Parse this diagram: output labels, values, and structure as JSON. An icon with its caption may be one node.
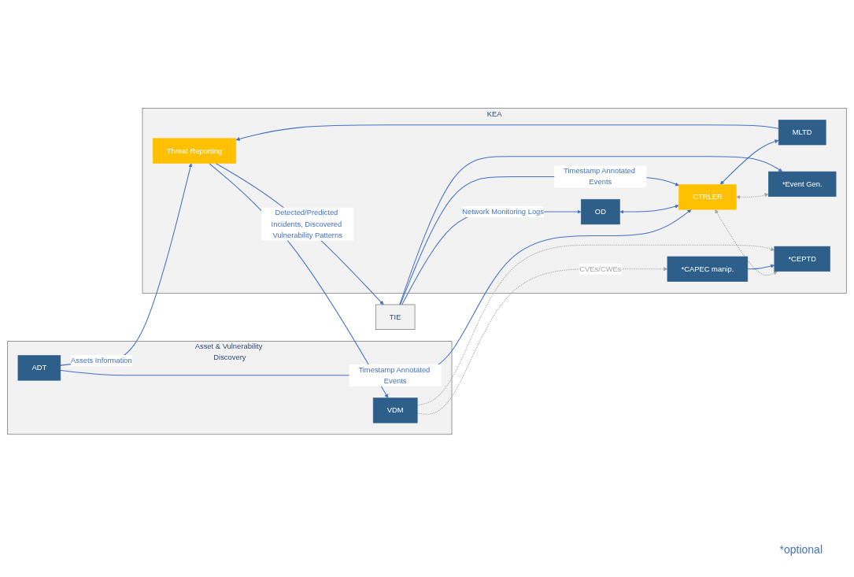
{
  "diagram": {
    "nodes": [
      {
        "text": [
          "Asset & Vulnerability Discovery"
        ]
      },
      {
        "text": [
          "VDM"
        ],
        "in": 0
      },
      {
        "text": [
          "ADT"
        ],
        "in": 0
      },
      {
        "text": [
          "KEA"
        ]
      },
      {
        "text": [
          "OD"
        ],
        "in": 3
      },
      {
        "text": [
          "CTRLER"
        ],
        "in": 3
      },
      {
        "text": [
          "MLTD"
        ],
        "in": 3
      },
      {
        "text": [
          "Threat Reporting"
        ],
        "in": 3
      },
      {
        "text": [
          "*Event Gen."
        ],
        "in": 3
      },
      {
        "text": [
          "*CEPTD"
        ],
        "in": 3
      },
      {
        "text": [
          "*CAPEC manip."
        ],
        "in": 3
      },
      {
        "text": [
          "TIE"
        ]
      }
    ],
    "edges": [
      {
        "from": 2,
        "to": 7,
        "arrow": "to",
        "label": "Assets Information"
      },
      {
        "from": 2,
        "to": 5,
        "arrow": "to",
        "label": "Timestamp Annotated Events"
      },
      {
        "from": 4,
        "to": 5,
        "arrow": "both"
      },
      {
        "from": 5,
        "to": 6,
        "arrow": "both"
      },
      {
        "from": 6,
        "to": 7,
        "arrow": "to"
      },
      {
        "from": 5,
        "to": 8,
        "arrow": "both",
        "style": "dashed",
        "color": "#a6a6a6"
      },
      {
        "from": 5,
        "to": 9,
        "arrow": "both",
        "style": "dashed",
        "color": "#a6a6a6"
      },
      {
        "from": 10,
        "to": 9,
        "arrow": "to"
      },
      {
        "from": 1,
        "to": 10,
        "arrow": "to",
        "label": "CVEs/CWEs",
        "style": "dashed",
        "color": "#a6a6a6"
      },
      {
        "from": 1,
        "to": 9,
        "arrow": "to",
        "style": "dashed",
        "color": "#a6a6a6"
      },
      {
        "from": 11,
        "to": 4,
        "arrow": "to",
        "label": "Network Monitoring Logs"
      },
      {
        "from": 11,
        "to": 8,
        "arrow": "to"
      },
      {
        "from": 11,
        "to": 5,
        "arrow": "to",
        "label": "Timestamp Annotated Events"
      },
      {
        "from": 7,
        "to": 11,
        "arrow": "to",
        "label": "Detected/Predicted Incidents, Discovered Vulnerability Patterns"
      },
      {
        "from": 7,
        "to": 1,
        "arrow": "to"
      }
    ],
    "labels": [
      "*optional"
    ]
  }
}
